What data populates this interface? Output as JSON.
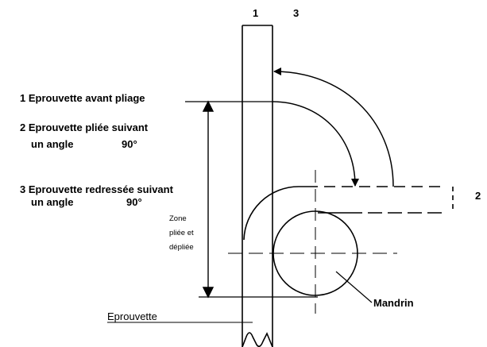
{
  "labels": {
    "position_1": "1",
    "position_3": "3",
    "position_2": "2",
    "legend_1": "1 Eprouvette avant pliage",
    "legend_2_line1": "2 Eprouvette pliée suivant",
    "legend_2_line2": "un angle",
    "legend_2_angle": "90°",
    "legend_3_line1": "3 Eprouvette redressée suivant",
    "legend_3_line2": "un angle",
    "legend_3_angle": "90°",
    "zone_line1": "Zone",
    "zone_line2": "pliée et",
    "zone_line3": "dépliée",
    "mandrin": "Mandrin",
    "eprouvette": "Eprouvette"
  },
  "colors": {
    "stroke": "#000000",
    "background": "#ffffff"
  }
}
